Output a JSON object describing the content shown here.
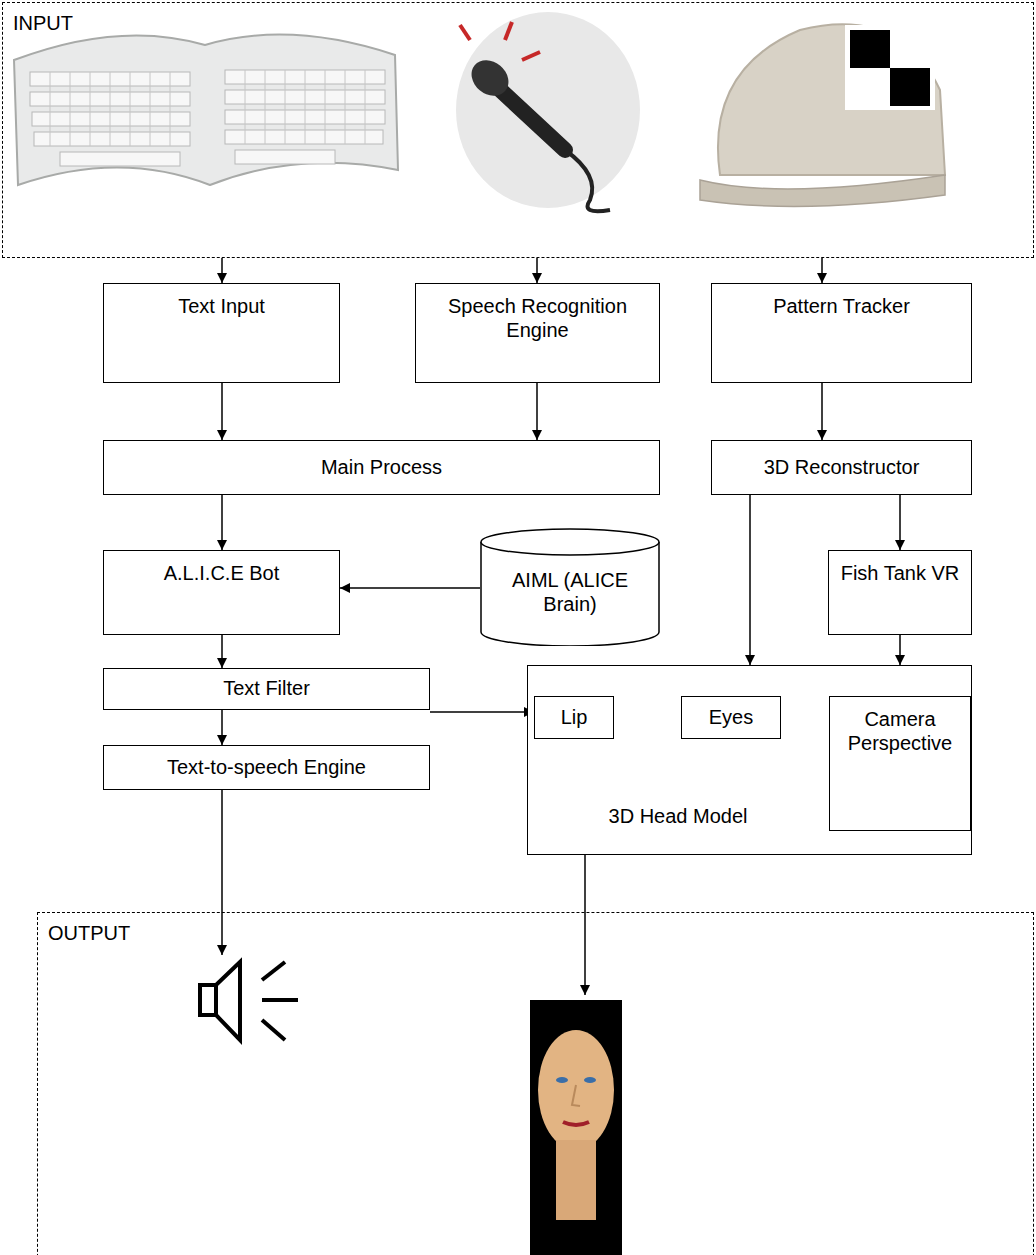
{
  "diagram": {
    "nodes": [
      {
        "text": [
          "INPUT"
        ]
      },
      {
        "text": [
          "Text Input"
        ]
      },
      {
        "text": [
          "Speech Recognition Engine"
        ]
      },
      {
        "text": [
          "Pattern Tracker"
        ]
      },
      {
        "text": [
          "Main Process"
        ]
      },
      {
        "text": [
          "3D Reconstructor"
        ]
      },
      {
        "text": [
          "A.L.I.C.E Bot"
        ]
      },
      {
        "text": [
          "AIML (ALICE Brain)"
        ]
      },
      {
        "text": [
          "Fish Tank VR"
        ]
      },
      {
        "text": [
          "Text Filter"
        ]
      },
      {
        "text": [
          "Text-to-speech Engine"
        ]
      },
      {
        "text": [
          "3D Head Model"
        ]
      },
      {
        "text": [
          "Lip"
        ],
        "in": 11
      },
      {
        "text": [
          "Eyes"
        ],
        "in": 11
      },
      {
        "text": [
          "Camera Perspective"
        ],
        "in": 11
      },
      {
        "text": [
          "OUTPUT"
        ]
      }
    ],
    "edges": [
      {
        "from": 0,
        "to": 1,
        "arrow": "to"
      },
      {
        "from": 0,
        "to": 2,
        "arrow": "to"
      },
      {
        "from": 0,
        "to": 3,
        "arrow": "to"
      },
      {
        "from": 1,
        "to": 4,
        "arrow": "to"
      },
      {
        "from": 2,
        "to": 4,
        "arrow": "to"
      },
      {
        "from": 3,
        "to": 5,
        "arrow": "to"
      },
      {
        "from": 4,
        "to": 6,
        "arrow": "to"
      },
      {
        "from": 7,
        "to": 6,
        "arrow": "to"
      },
      {
        "from": 5,
        "to": 8,
        "arrow": "to"
      },
      {
        "from": 6,
        "to": 9,
        "arrow": "to"
      },
      {
        "from": 9,
        "to": 10,
        "arrow": "to"
      },
      {
        "from": 5,
        "to": 11,
        "arrow": "to"
      },
      {
        "from": 8,
        "to": 11,
        "arrow": "to"
      },
      {
        "from": 10,
        "to": 12,
        "arrow": "to"
      },
      {
        "from": 10,
        "to": 15,
        "arrow": "to"
      },
      {
        "from": 11,
        "to": 15,
        "arrow": "to"
      }
    ]
  }
}
